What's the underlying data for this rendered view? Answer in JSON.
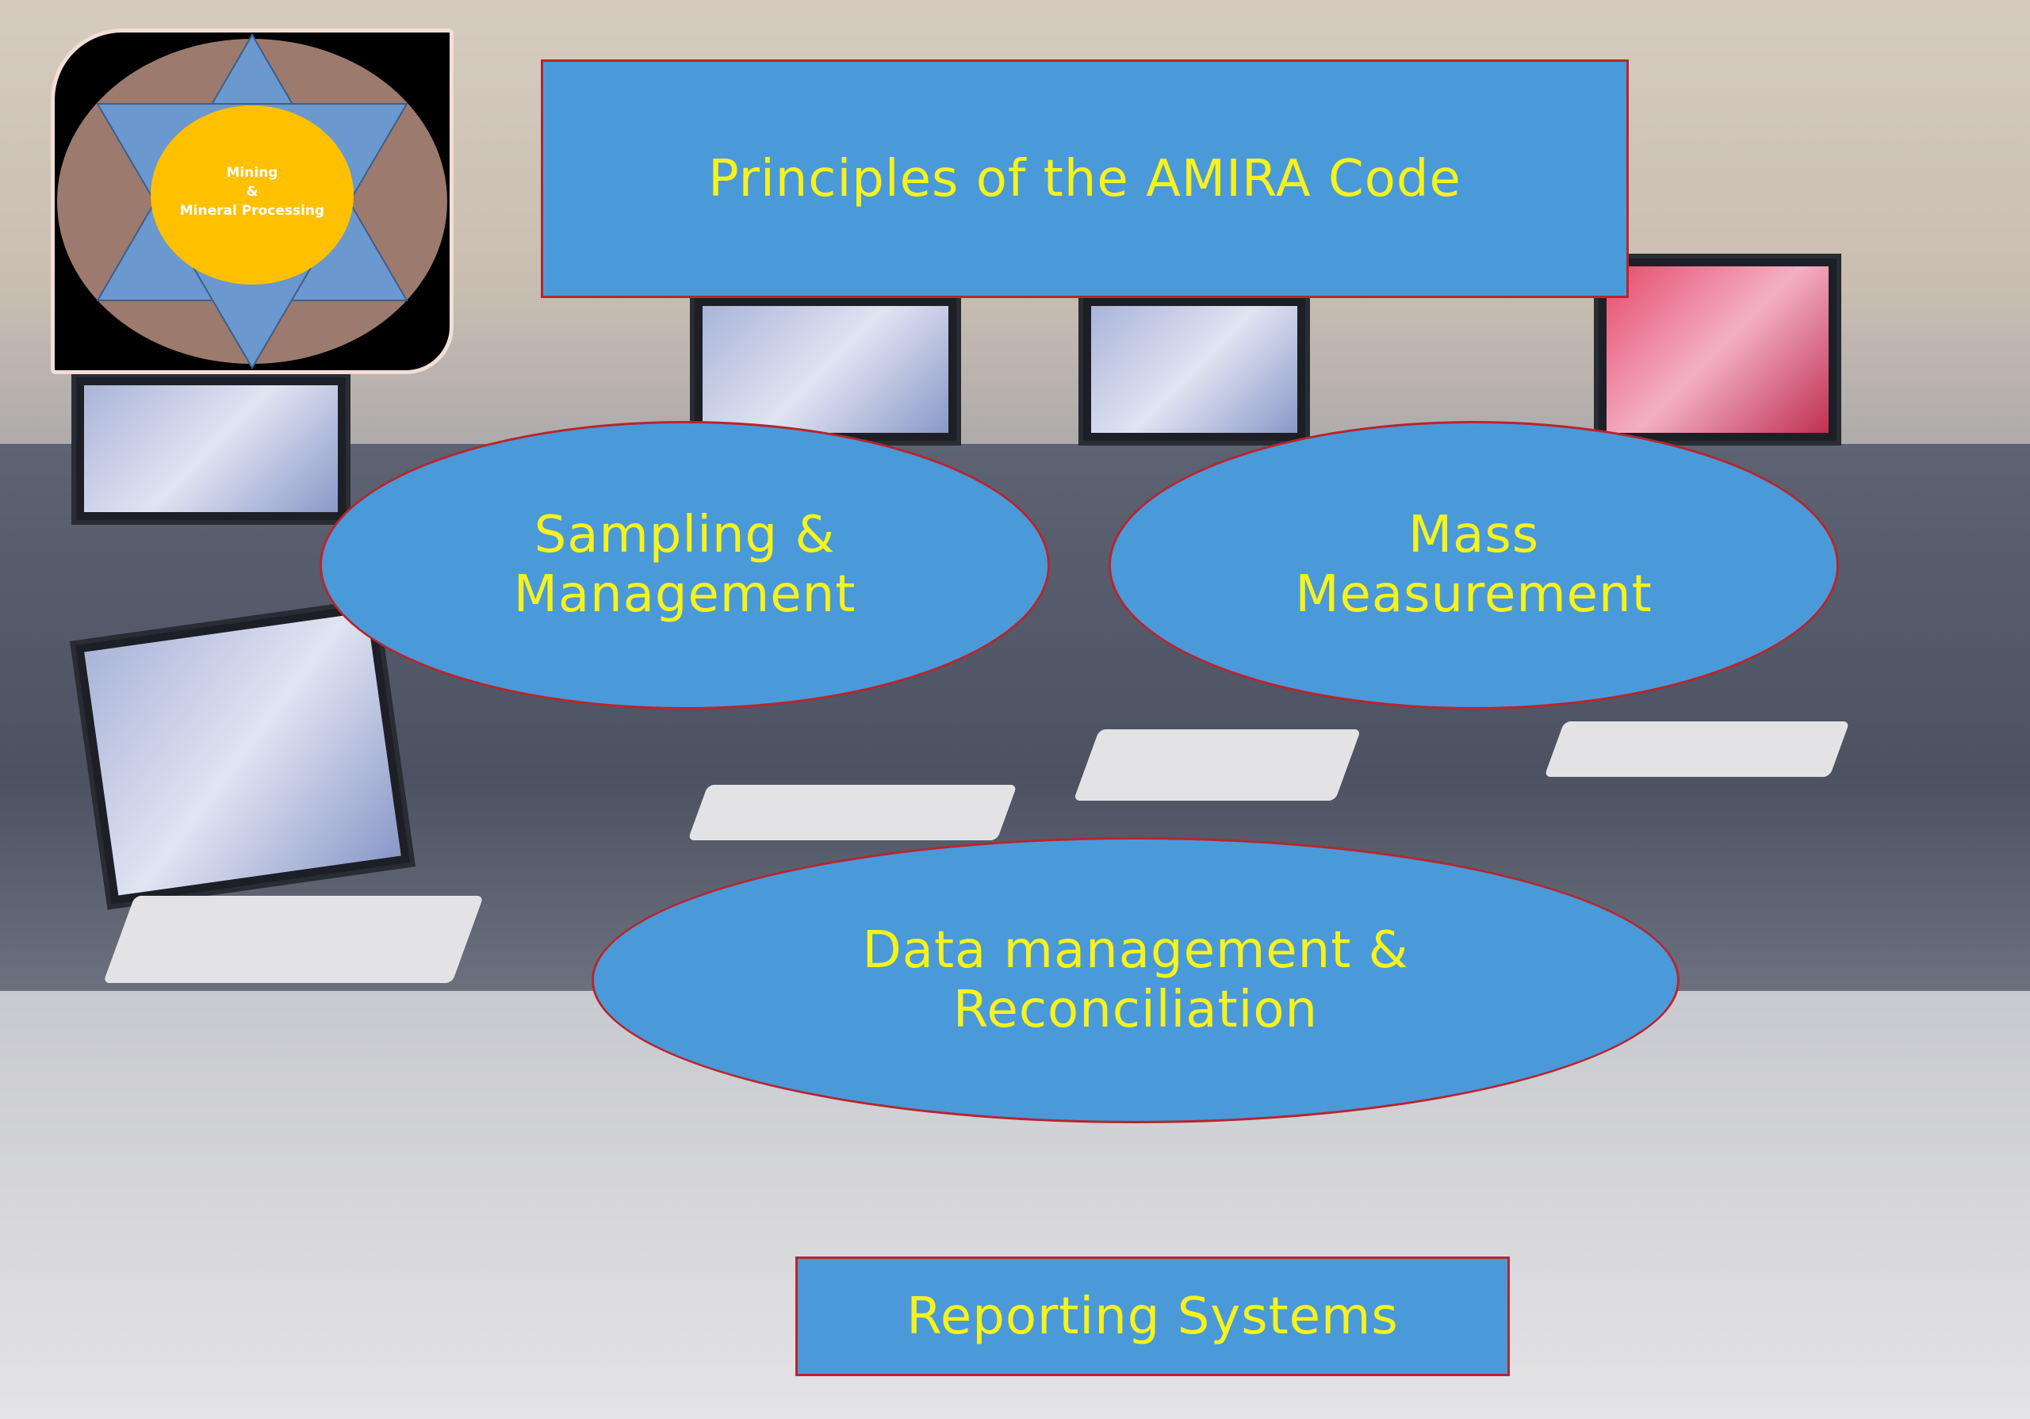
{
  "logo": {
    "line1": "Mining",
    "line2": "&",
    "line3": "Mineral Processing"
  },
  "title": "Principles of the AMIRA Code",
  "nodes": {
    "sampling": {
      "line1": "Sampling &",
      "line2": "Management"
    },
    "mass": {
      "line1": "Mass",
      "line2": "Measurement"
    },
    "data": {
      "line1": "Data management &",
      "line2": "Reconciliation"
    },
    "reporting": "Reporting Systems"
  },
  "colors": {
    "box_fill": "#4a9ad9",
    "box_border": "#b8252d",
    "text": "#f7f21c",
    "logo_sun": "#ffc000",
    "logo_star": "#6a98cf",
    "logo_circle": "#9c7a6e"
  }
}
